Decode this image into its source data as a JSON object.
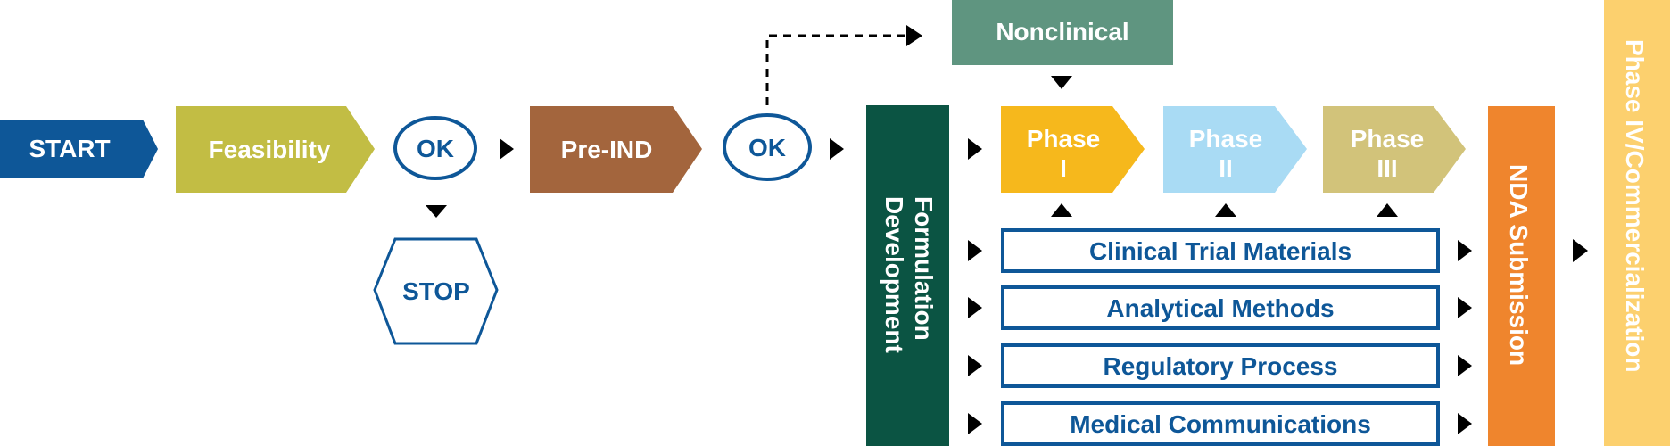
{
  "colors": {
    "start": "#0e5798",
    "feasibility": "#c2bd44",
    "pre_ind": "#a3653d",
    "ok_stroke": "#0e5798",
    "formulation": "#0b5443",
    "nonclinical": "#5f9580",
    "phase1": "#f6b81c",
    "phase2": "#a9dbf4",
    "phase3": "#d2c37a",
    "nda": "#ef852d",
    "phase4": "#fcd06e",
    "box_stroke": "#0e5798",
    "box_text": "#0e5798",
    "arrow": "#000000",
    "white_text": "#ffffff"
  },
  "nodes": {
    "start": "START",
    "feasibility": "Feasibility",
    "ok1": "OK",
    "stop": "STOP",
    "pre_ind": "Pre-IND",
    "ok2": "OK",
    "nonclinical": "Nonclinical",
    "formulation_line1": "Formulation",
    "formulation_line2": "Development",
    "phase1": [
      "Phase",
      "I"
    ],
    "phase2": [
      "Phase",
      "II"
    ],
    "phase3": [
      "Phase",
      "III"
    ],
    "nda": "NDA Submission",
    "phase4": "Phase IV/Commercialization"
  },
  "workstreams": [
    "Clinical Trial Materials",
    "Analytical Methods",
    "Regulatory Process",
    "Medical Communications"
  ]
}
